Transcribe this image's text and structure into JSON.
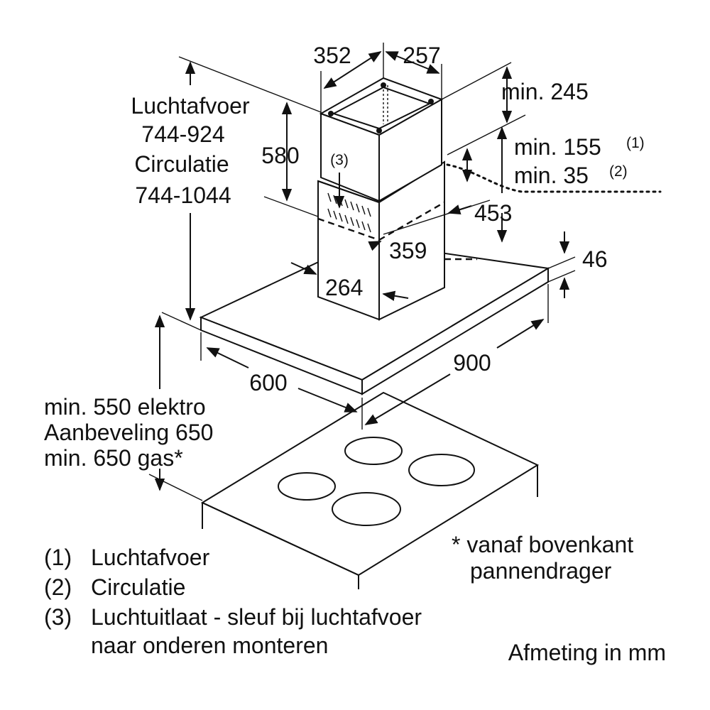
{
  "dimensions": {
    "duct_width": "352",
    "duct_depth": "257",
    "min_245": "min. 245",
    "duct_height": "580",
    "min_155": "min. 155",
    "min_155_ref": "(1)",
    "min_35": "min. 35",
    "min_35_ref": "(2)",
    "slot_ref": "(3)",
    "depth_453": "453",
    "width_359": "359",
    "width_264": "264",
    "hood_thickness": "46",
    "hood_depth": "600",
    "hood_width": "900"
  },
  "total_height": {
    "line1": "Luchtafvoer",
    "line2": "744-924",
    "line3": "Circulatie",
    "line4": "744-1044"
  },
  "clearance": {
    "line1": "min. 550 elektro",
    "line2": "Aanbeveling 650",
    "line3": "min. 650 gas*"
  },
  "footnote_star": {
    "line1": "* vanaf bovenkant",
    "line2": "pannendrager"
  },
  "legend": [
    {
      "num": "(1)",
      "text": "Luchtafvoer"
    },
    {
      "num": "(2)",
      "text": "Circulatie"
    },
    {
      "num": "(3)",
      "text": "Luchtuitlaat - sleuf bij luchtafvoer"
    },
    {
      "num": "",
      "text": "naar onderen monteren"
    }
  ],
  "units_note": "Afmeting in mm"
}
